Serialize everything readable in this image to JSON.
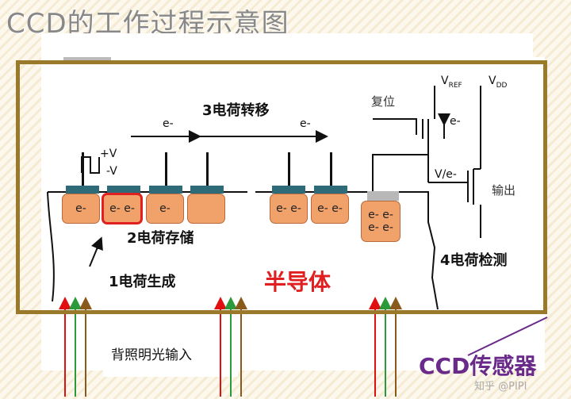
{
  "title": "CCD的工作过程示意图",
  "steps": {
    "transfer": "3电荷转移",
    "storage": "2电荷存储",
    "generation": "1电荷生成",
    "detection": "4电荷检测"
  },
  "electron": "e-",
  "electrons_pair": "e- e-",
  "voltages": {
    "plus_v": "+V",
    "minus_v": "-V"
  },
  "circuit": {
    "reset": "复位",
    "v_ref_main": "V",
    "v_ref_sub": "REF",
    "v_dd_main": "V",
    "v_dd_sub": "DD",
    "v_over_e": "V/e-",
    "output": "输出"
  },
  "semiconductor": "半导体",
  "backlight": "背照明光输入",
  "sensor_label": "CCD传感器",
  "watermark": "知乎 @PIPI",
  "colors": {
    "frame": "#9a7a2a",
    "cell": "#f0a26a",
    "gate": "#2e6b78",
    "highlight": "#e02020",
    "semiconductor_text": "#e02020",
    "sensor_text": "#6a2a8a",
    "arrow_red": "#e01010",
    "arrow_green": "#2a9a3a",
    "arrow_brown": "#8a5a1a"
  }
}
